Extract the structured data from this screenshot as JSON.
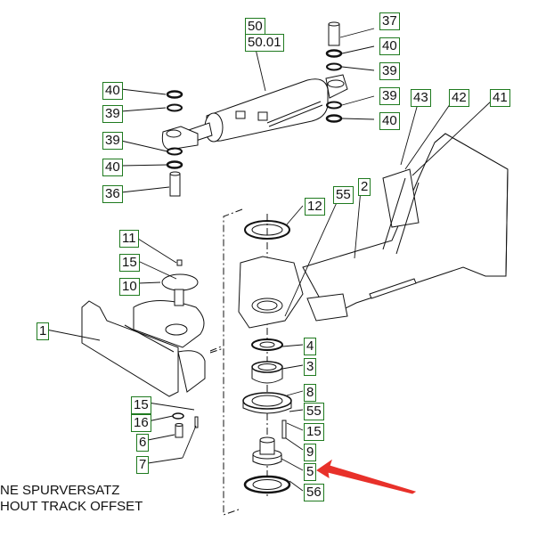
{
  "diagram": {
    "type": "exploded parts diagram",
    "caption": {
      "line1": "NE SPURVERSATZ",
      "line2": "HOUT TRACK OFFSET"
    },
    "highlight_color": "#e8312a",
    "callout_border_color": "#1f7a1f",
    "highlighted_part": "5",
    "callouts": [
      {
        "id": "c50",
        "label": "50"
      },
      {
        "id": "c5001",
        "label": "50.01"
      },
      {
        "id": "c37",
        "label": "37"
      },
      {
        "id": "c40a",
        "label": "40"
      },
      {
        "id": "c39a",
        "label": "39"
      },
      {
        "id": "c39b",
        "label": "39"
      },
      {
        "id": "c40b",
        "label": "40"
      },
      {
        "id": "c43",
        "label": "43"
      },
      {
        "id": "c42",
        "label": "42"
      },
      {
        "id": "c41",
        "label": "41"
      },
      {
        "id": "c40c",
        "label": "40"
      },
      {
        "id": "c39c",
        "label": "39"
      },
      {
        "id": "c39d",
        "label": "39"
      },
      {
        "id": "c40d",
        "label": "40"
      },
      {
        "id": "c36",
        "label": "36"
      },
      {
        "id": "c12",
        "label": "12"
      },
      {
        "id": "c55a",
        "label": "55"
      },
      {
        "id": "c2",
        "label": "2"
      },
      {
        "id": "c11",
        "label": "11"
      },
      {
        "id": "c15a",
        "label": "15"
      },
      {
        "id": "c10",
        "label": "10"
      },
      {
        "id": "c1",
        "label": "1"
      },
      {
        "id": "c4",
        "label": "4"
      },
      {
        "id": "c3",
        "label": "3"
      },
      {
        "id": "c8",
        "label": "8"
      },
      {
        "id": "c55b",
        "label": "55"
      },
      {
        "id": "c15b",
        "label": "15"
      },
      {
        "id": "c9",
        "label": "9"
      },
      {
        "id": "c5",
        "label": "5"
      },
      {
        "id": "c56",
        "label": "56"
      },
      {
        "id": "c15c",
        "label": "15"
      },
      {
        "id": "c16",
        "label": "16"
      },
      {
        "id": "c6",
        "label": "6"
      },
      {
        "id": "c7",
        "label": "7"
      }
    ]
  }
}
